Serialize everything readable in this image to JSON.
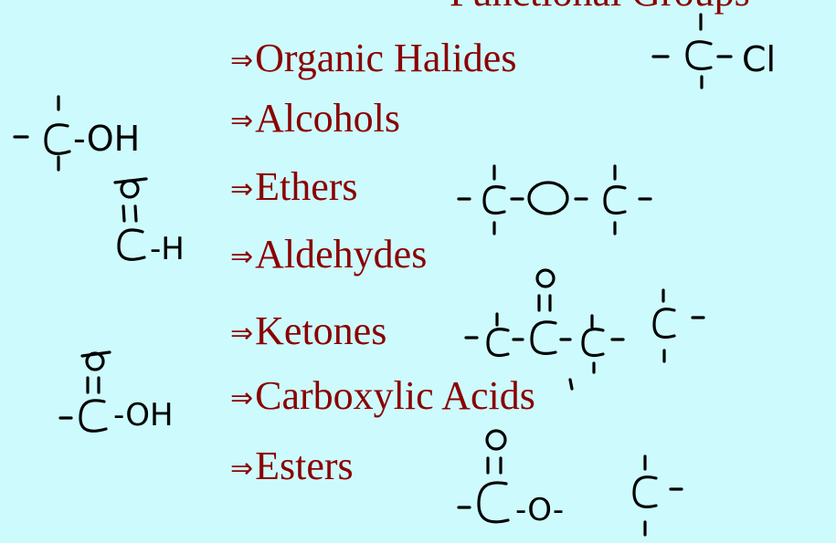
{
  "header_fragment": "Functional Groups",
  "functional_groups": [
    {
      "label": "Organic Halides"
    },
    {
      "label": "Alcohols"
    },
    {
      "label": "Ethers"
    },
    {
      "label": "Aldehydes"
    },
    {
      "label": "Ketones"
    },
    {
      "label": "Carboxylic Acids"
    },
    {
      "label": "Esters"
    }
  ],
  "arrow_glyph": "⇒",
  "handwriting": {
    "halide_atom": "Cl",
    "alcohol_group": "-OH",
    "aldehyde_h": "-H",
    "acid_group": "-OH",
    "ester_o": "-O-"
  },
  "colors": {
    "background": "#cdfbfd",
    "text": "#8b0000",
    "ink": "#000000"
  }
}
